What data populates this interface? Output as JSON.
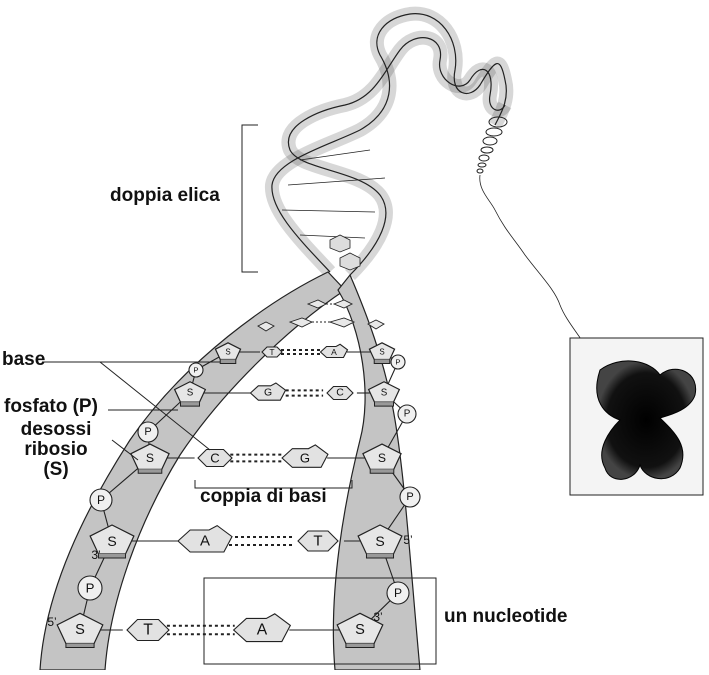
{
  "labels": {
    "double_helix": "doppia elica",
    "base": "base",
    "phosphate": "fosfato (P)",
    "deoxyribose_line1": "desossi",
    "deoxyribose_line2": "ribosio",
    "deoxyribose_line3": "(S)",
    "base_pair": "coppia di basi",
    "nucleotide": "un nucleotide"
  },
  "symbols": {
    "sugar": "S",
    "phosphate": "P",
    "prime5": "5’",
    "prime3": "3’"
  },
  "base_pairs": [
    {
      "left": "T",
      "right": "A"
    },
    {
      "left": "G",
      "right": "C"
    },
    {
      "left": "C",
      "right": "G"
    },
    {
      "left": "A",
      "right": "T"
    },
    {
      "left": "T",
      "right": "A"
    }
  ],
  "colors": {
    "backbone": "#c4c4c4",
    "outline": "#222222",
    "chromosome": "#111111"
  }
}
